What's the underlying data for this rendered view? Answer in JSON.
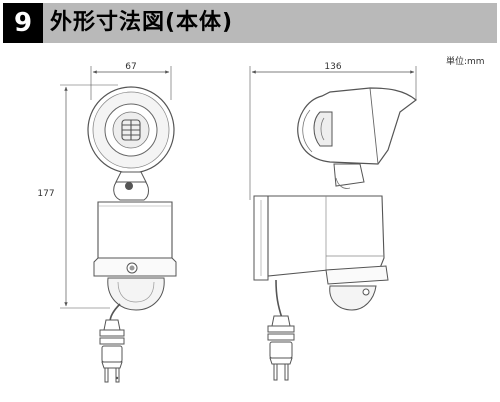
{
  "header": {
    "number": "9",
    "title": "外形寸法図(本体)"
  },
  "unit_label": "単位:mm",
  "dimensions": {
    "front_width": "67",
    "front_height": "177",
    "side_width": "136"
  },
  "views": {
    "front": {
      "icon": "front-view-drawing"
    },
    "side": {
      "icon": "side-view-drawing"
    }
  },
  "colors": {
    "header_bg": "#b9b9b9",
    "number_bg": "#000000",
    "line": "#555555"
  }
}
